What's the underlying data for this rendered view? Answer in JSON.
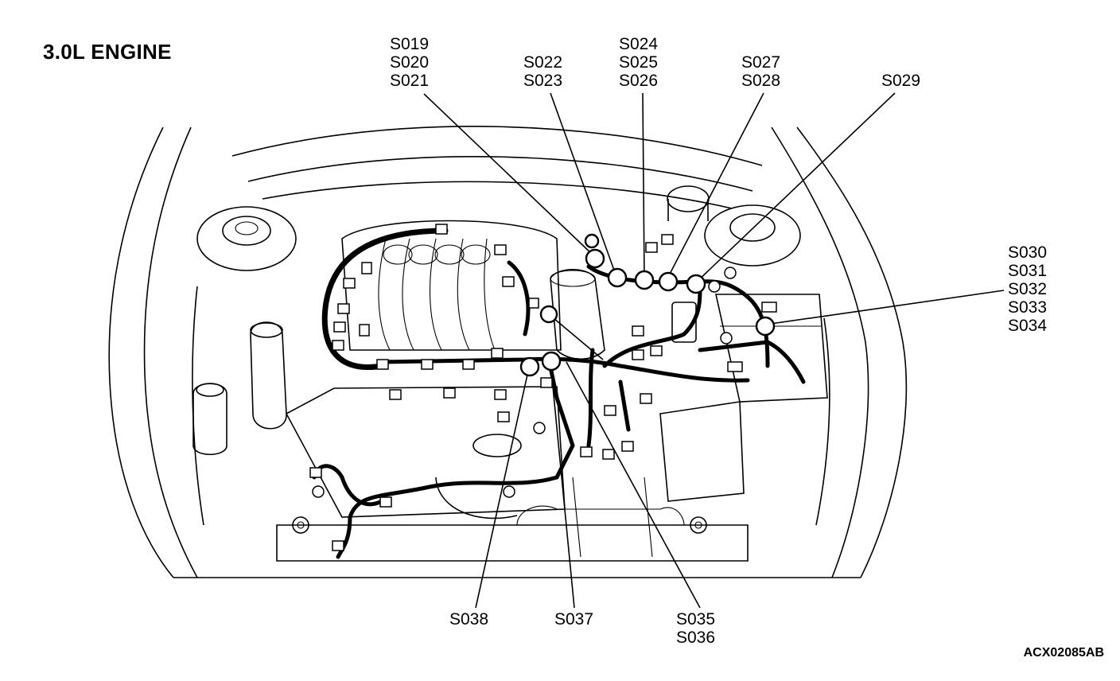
{
  "title": "3.0L ENGINE",
  "drawing_code": "ACX02085AB",
  "callouts": [
    {
      "id": "g1",
      "labels": [
        "S019",
        "S020",
        "S021"
      ]
    },
    {
      "id": "g2",
      "labels": [
        "S022",
        "S023"
      ]
    },
    {
      "id": "g3",
      "labels": [
        "S024",
        "S025",
        "S026"
      ]
    },
    {
      "id": "g4",
      "labels": [
        "S027",
        "S028"
      ]
    },
    {
      "id": "g5",
      "labels": [
        "S029"
      ]
    },
    {
      "id": "g6",
      "labels": [
        "S030",
        "S031",
        "S032",
        "S033",
        "S034"
      ]
    },
    {
      "id": "g7",
      "labels": [
        "S038"
      ]
    },
    {
      "id": "g8",
      "labels": [
        "S037"
      ]
    },
    {
      "id": "g9",
      "labels": [
        "S035",
        "S036"
      ]
    }
  ]
}
